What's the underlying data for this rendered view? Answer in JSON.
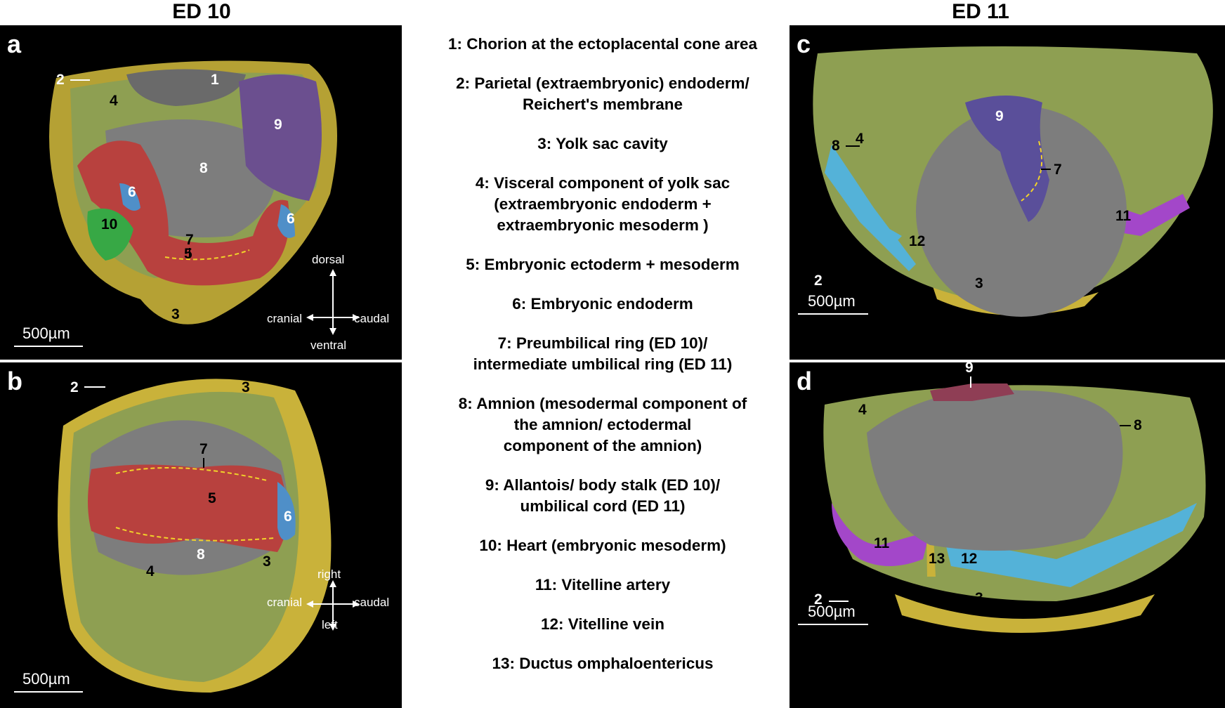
{
  "columns": {
    "left_title": "ED 10",
    "right_title": "ED 11"
  },
  "panels": {
    "a": {
      "letter": "a",
      "scale": "500µm",
      "axis": {
        "up": "dorsal",
        "down": "ventral",
        "left": "cranial",
        "right": "caudal"
      }
    },
    "b": {
      "letter": "b",
      "scale": "500µm",
      "axis": {
        "up": "right",
        "down": "left",
        "left": "cranial",
        "right": "caudal"
      }
    },
    "c": {
      "letter": "c",
      "scale": "500µm"
    },
    "d": {
      "letter": "d",
      "scale": "500µm"
    }
  },
  "labels": {
    "n1": "1",
    "n2": "2",
    "n3": "3",
    "n4": "4",
    "n5": "5",
    "n6": "6",
    "n7": "7",
    "n8": "8",
    "n9": "9",
    "n10": "10",
    "n11": "11",
    "n12": "12",
    "n13": "13"
  },
  "legend": [
    [
      "1: Chorion at the ectoplacental cone area"
    ],
    [
      "2: Parietal (extraembryonic) endoderm/",
      "Reichert's membrane"
    ],
    [
      "3: Yolk sac cavity"
    ],
    [
      "4: Visceral component of yolk sac",
      "(extraembryonic endoderm +",
      "extraembryonic mesoderm )"
    ],
    [
      "5: Embryonic ectoderm + mesoderm"
    ],
    [
      "6: Embryonic endoderm"
    ],
    [
      "7: Preumbilical ring (ED 10)/",
      "intermediate umbilical ring (ED 11)"
    ],
    [
      "8: Amnion (mesodermal component of",
      "the amnion/ ectodermal",
      "component of the amnion)"
    ],
    [
      "9: Allantois/ body stalk (ED 10)/",
      "umbilical cord (ED 11)"
    ],
    [
      "10: Heart (embryonic mesoderm)"
    ],
    [
      "11: Vitelline artery"
    ],
    [
      "12: Vitelline vein"
    ],
    [
      "13: Ductus omphaloentericus"
    ]
  ],
  "colors": {
    "yolk": "#c9b23a",
    "visceral": "#8e9f52",
    "grey": "#7a7a7a",
    "red": "#b8413e",
    "blue": "#4f8fc8",
    "green": "#37a845",
    "purple": "#7a4f9a",
    "cyan": "#54b2d8",
    "magenta": "#a347c9"
  }
}
